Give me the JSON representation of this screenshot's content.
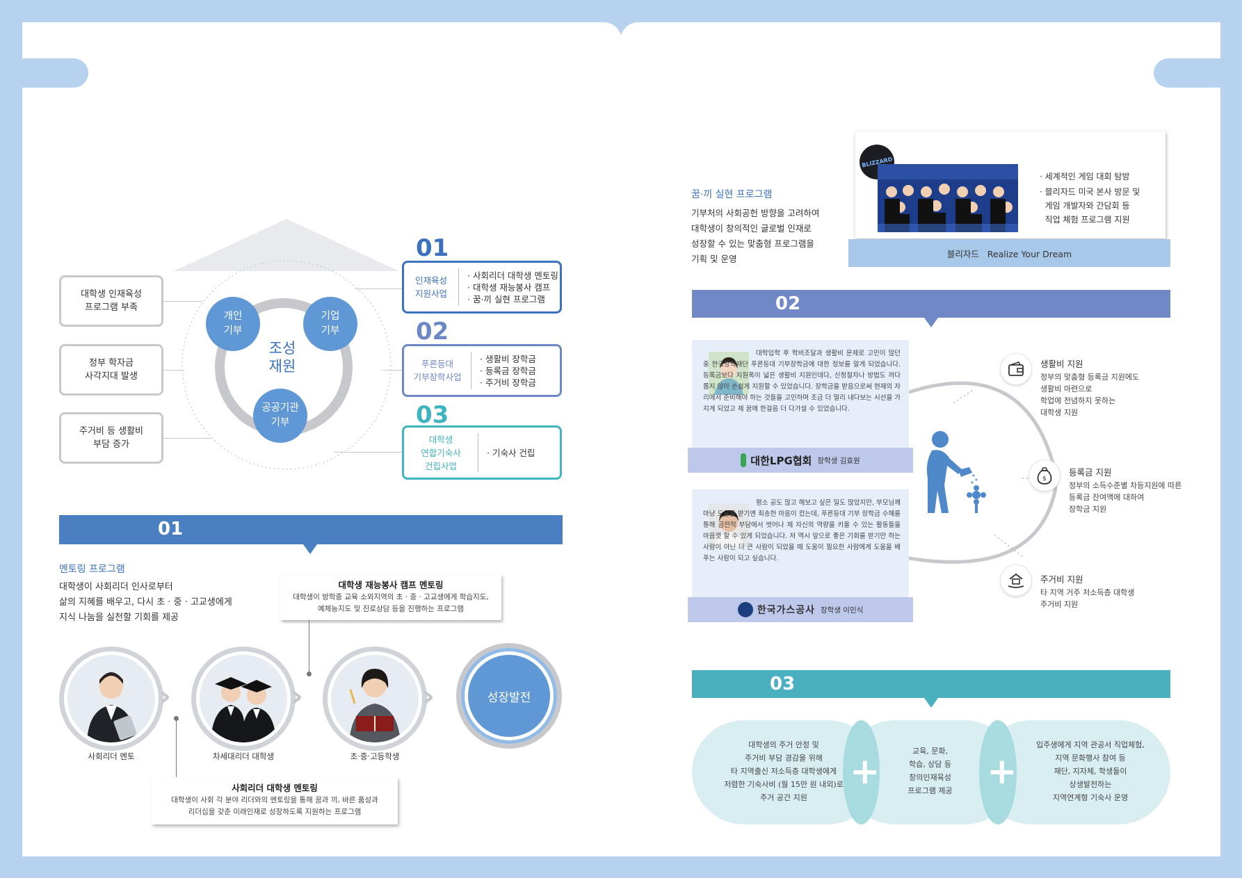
{
  "diagram": {
    "problems": [
      "대학생 인재육성\n프로그램 부족",
      "정부 학자금\n사각지대 발생",
      "주거비 등 생활비\n부담 증가"
    ],
    "donors": [
      "개인\n기부",
      "기업\n기부",
      "공공기관\n기부"
    ],
    "fund_center": "조성\n재원",
    "programs": [
      {
        "num": "01",
        "label": "인재육성\n지원사업",
        "items": [
          "사회리더 대학생 멘토링",
          "대학생 재능봉사 캠프",
          "꿈·끼 실현 프로그램"
        ],
        "color": "#3c72bd"
      },
      {
        "num": "02",
        "label": "푸른등대\n기부장학사업",
        "items": [
          "생활비 장학금",
          "등록금 장학금",
          "주거비 장학금"
        ],
        "color": "#6d86c4"
      },
      {
        "num": "03",
        "label": "대학생\n연합기숙사\n건립사업",
        "items": [
          "기숙사 건립"
        ],
        "color": "#3fb3c0"
      }
    ]
  },
  "section01": {
    "num": "01",
    "heading": "멘토링 프로그램",
    "desc": "대학생이 사회리더 인사로부터\n삶의 지혜를 배우고, 다시 초 · 중 · 고교생에게\n지식 나눔을 실천할 기회를 제공",
    "camp": {
      "title": "대학생 재능봉사 캠프 멘토링",
      "body": "대학생이 방학중 교육 소외지역의 초 · 중 · 고교생에게 학습지도,\n예체능지도 및 진로상담 등을 진행하는 프로그램"
    },
    "mentoring": {
      "title": "사회리더 대학생 멘토링",
      "body": "대학생이 사회 각 분야 리더와의 멘토링을 통해 꿈과 끼, 바른 품성과\n리더십을 갖춘 미래인재로 성장하도록 지원하는 프로그램"
    },
    "flow": [
      "사회리더 멘토",
      "차세대리더 대학생",
      "초·중·고등학생"
    ],
    "growth": "성장발전"
  },
  "dream": {
    "heading": "꿈·끼 실현 프로그램",
    "desc": "기부처의 사회공헌 방향을 고려하여\n대학생이 창의적인 글로벌 인재로\n성장할 수 있는 맞춤형 프로그램을\n기획 및 운영",
    "bullets": [
      "세계적인 게임 대회 탐방",
      "블리자드 미국 본사 방문 및\n게임 개발자와 간담회 등\n직업 체험 프로그램 지원"
    ],
    "caption": "블리자드   Realize Your Dream",
    "logo_text": "BLIZZARD"
  },
  "section02": {
    "num": "02",
    "testimonials": [
      {
        "text": "대학입학 후 학비조달과 생활비 문제로 고민이 많던 중 한국장학재단 푸른등대 기부장학금에 대한 정보를 알게 되었습니다. 등록금보다 지원폭이 넓은 생활비 지원인데다, 신청절차나 방법도 까다롭지 않아 손쉽게 지원할 수 있었습니다. 장학금을 받음으로써 현재의 자리에서 준비해야 하는 것들을 고민하며 조금 더 멀리 내다보는 시선을 가지게 되었고 제 꿈에 한걸음 더 다가설 수 있었습니다.",
        "org": "대한LPG협회",
        "student": "장학생 김효원"
      },
      {
        "text": "평소 공도 많고 해보고 싶은 일도 많았지만, 부모님께 마냥 도움을 받기엔 죄송한 마음이 컸는데, 푸른등대 기부 장학금 수혜를 통해 금전적 부담에서 벗어나 제 자신의 역량을 키울 수 있는 활동들을 마음껏 할 수 있게 되었습니다. 저 역시 앞으로 좋은 기회를 받기만 하는 사람이 아닌 더 큰 사람이 되었을 때 도움이 필요한 사람에게 도움을 베푸는 사람이 되고 싶습니다.",
        "org": "한국가스공사",
        "student": "장학생 이민식"
      }
    ],
    "benefits": [
      {
        "title": "생활비 지원",
        "body": "정부의 맞춤형 등록금 지원에도\n생활비 마련으로\n학업에 전념하지 못하는\n대학생 지원"
      },
      {
        "title": "등록금 지원",
        "body": "정부의 소득수준별 차등지원에 따른\n등록금 잔여액에 대하여\n장학금 지원"
      },
      {
        "title": "주거비 지원",
        "body": "타 지역 거주 저소득층 대학생\n주거비 지원"
      }
    ]
  },
  "section03": {
    "num": "03",
    "pills": [
      "대학생의 주거 안정 및\n주거비 부담 경감을 위해\n타 지역출신 저소득층 대학생에게\n저렴한 기숙사비 (월 15만 원 내외)로\n주거 공간 지원",
      "교육, 문화,\n학습, 상담 등\n창의인재육성\n프로그램 제공",
      "입주생에게 지역 관공서 직업체험,\n지역 문화행사 참여 등\n재단, 지자체, 학생들이\n상생발전하는\n지역연계형 기숙사 운영"
    ],
    "plus": [
      "+",
      "+"
    ]
  },
  "colors": {
    "blue": "#4a7fc1",
    "periwinkle": "#7188c6",
    "teal": "#4ab0bf",
    "frame": "#b6d2ef"
  }
}
